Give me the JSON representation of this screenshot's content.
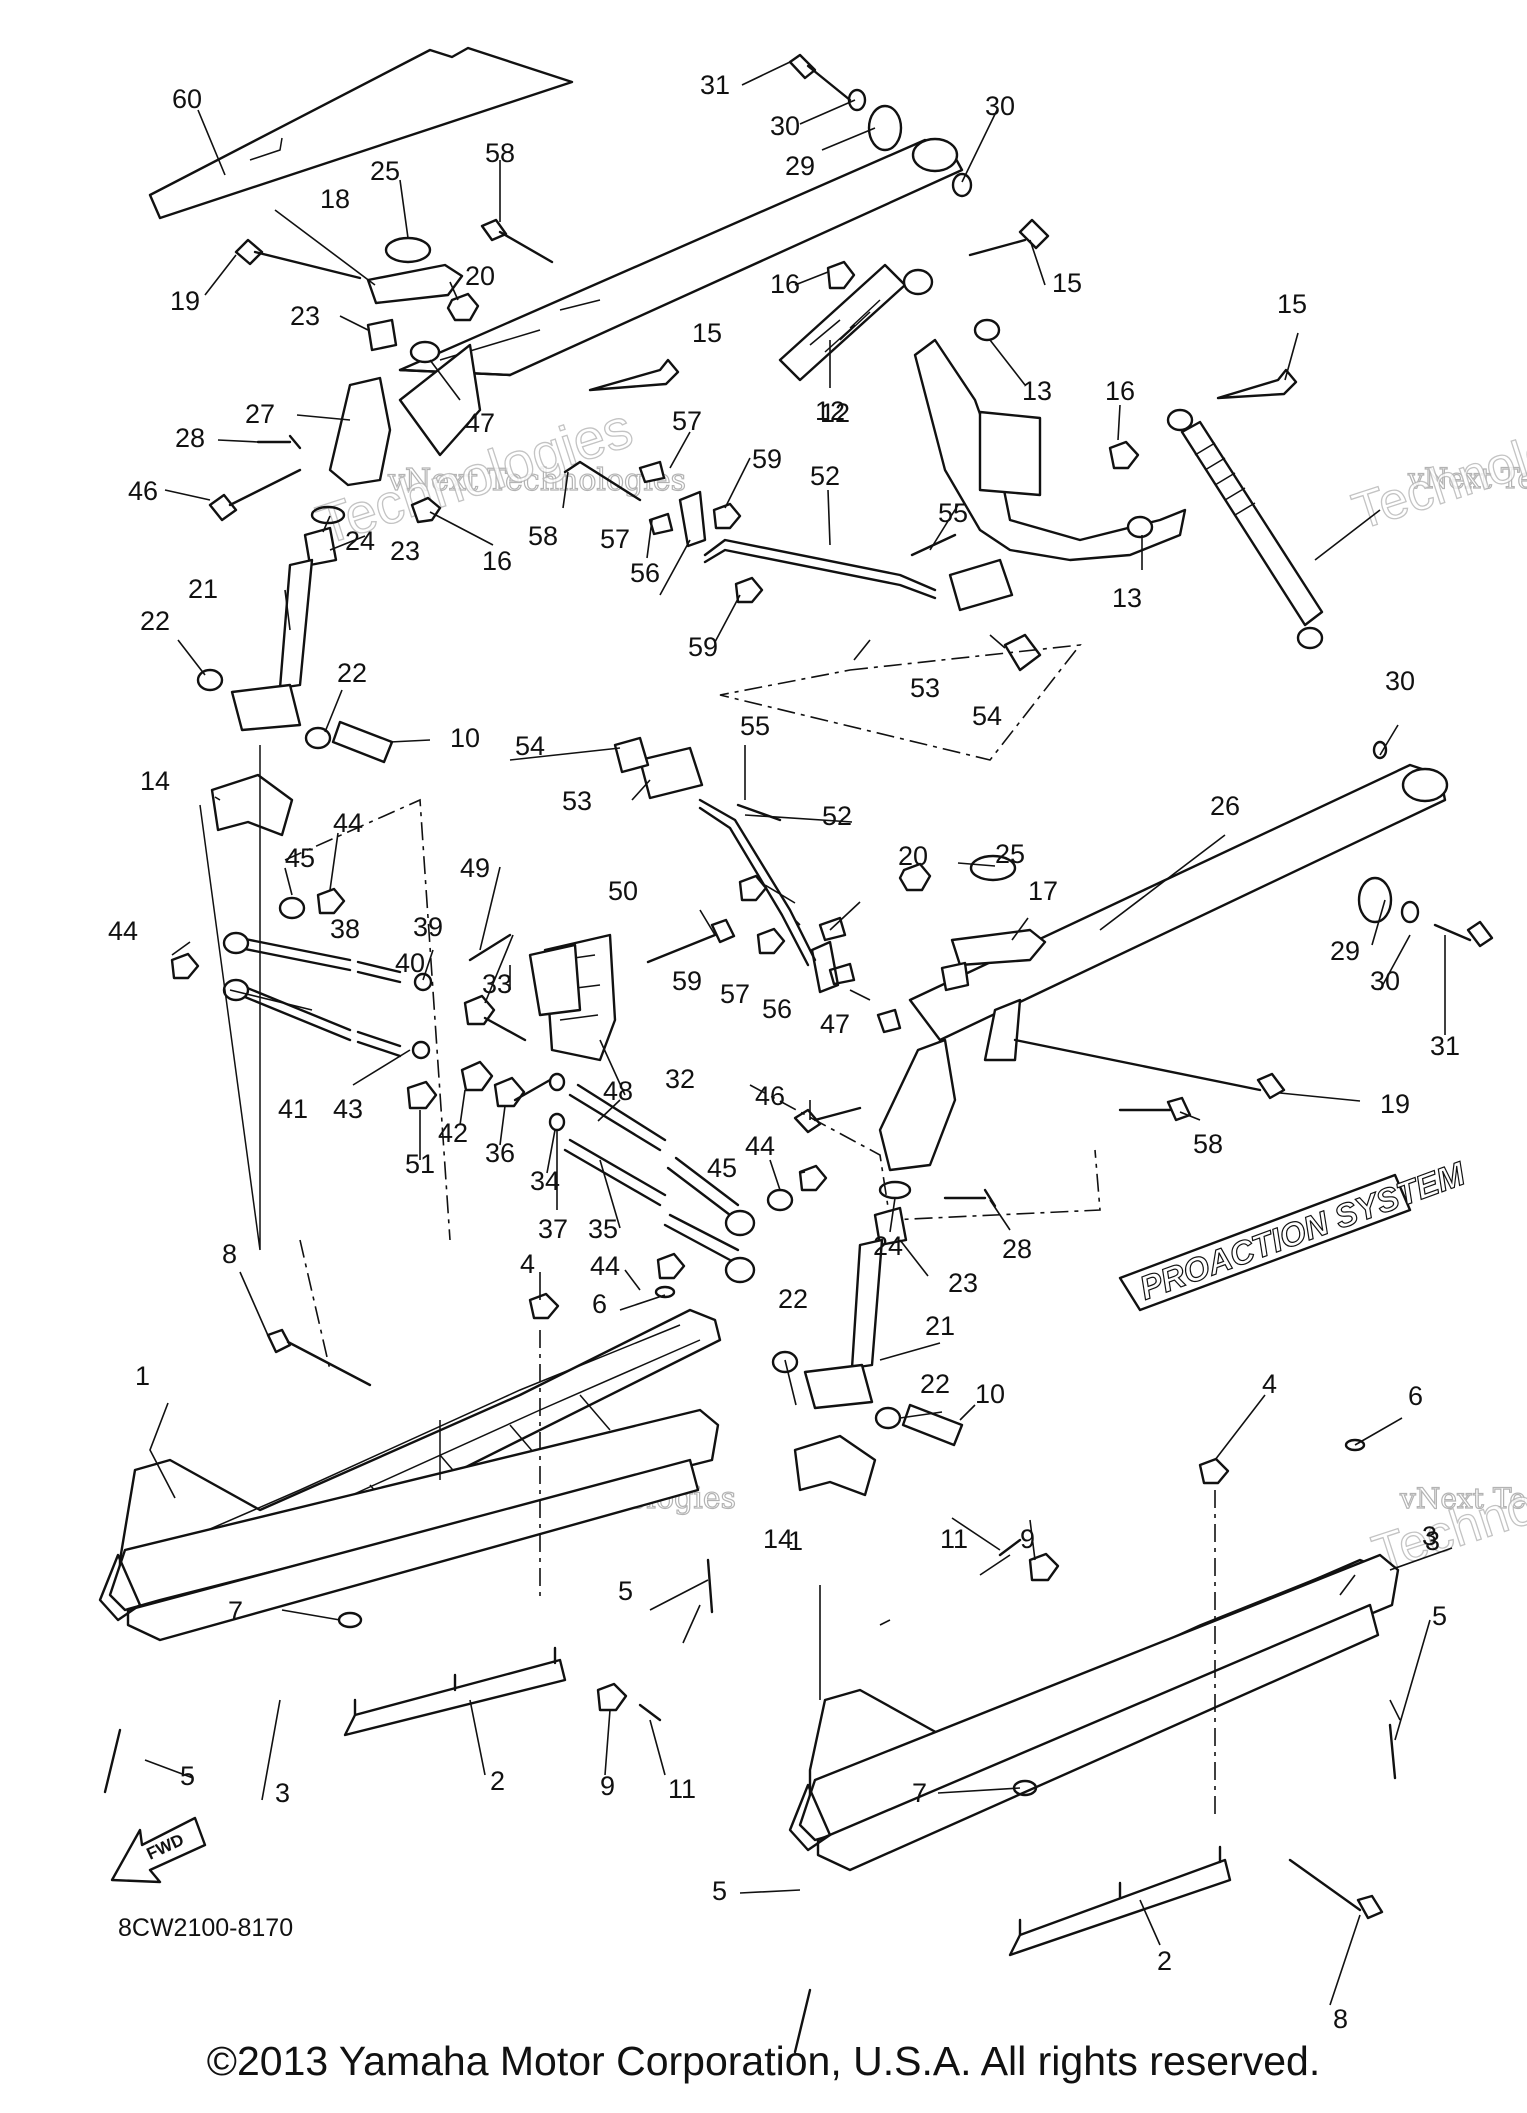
{
  "diagram": {
    "doc_code": "8CW2100-8170",
    "copyright": "©2013 Yamaha Motor Corporation, U.S.A. All rights reserved.",
    "fwd_label": "FWD",
    "brand_decal": "PROACTION SYSTEM",
    "watermark": [
      "vNext Technologies",
      "Technologies"
    ],
    "callouts": [
      "60",
      "31",
      "30",
      "30",
      "29",
      "25",
      "58",
      "18",
      "19",
      "20",
      "23",
      "15",
      "16",
      "15",
      "12",
      "13",
      "16",
      "15",
      "27",
      "47",
      "28",
      "46",
      "57",
      "59",
      "52",
      "55",
      "58",
      "57",
      "56",
      "59",
      "24",
      "23",
      "16",
      "12",
      "13",
      "53",
      "54",
      "21",
      "22",
      "22",
      "10",
      "54",
      "55",
      "53",
      "52",
      "30",
      "26",
      "14",
      "45",
      "44",
      "44",
      "49",
      "50",
      "59",
      "20",
      "25",
      "17",
      "39",
      "38",
      "40",
      "33",
      "57",
      "56",
      "29",
      "30",
      "31",
      "47",
      "41",
      "48",
      "32",
      "19",
      "46",
      "43",
      "42",
      "36",
      "51",
      "34",
      "37",
      "35",
      "45",
      "44",
      "58",
      "24",
      "28",
      "23",
      "8",
      "4",
      "6",
      "44",
      "22",
      "21",
      "1",
      "10",
      "22",
      "6",
      "4",
      "14",
      "3",
      "7",
      "5",
      "11",
      "9",
      "5",
      "1",
      "3",
      "7",
      "5",
      "3",
      "2",
      "9",
      "11",
      "5",
      "2",
      "8"
    ]
  }
}
